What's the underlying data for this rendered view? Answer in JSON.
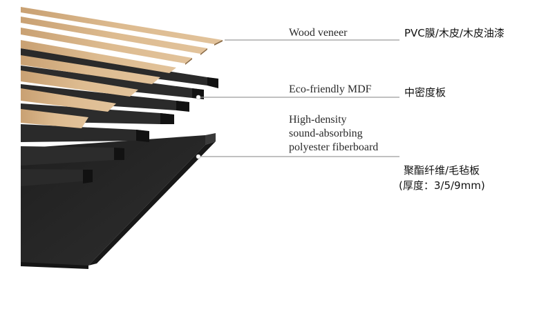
{
  "diagram": {
    "type": "layered-material-exploded-view",
    "colors": {
      "wood": "#D9B58A",
      "wood_edge": "#A8865E",
      "mdf": "#2B2B2B",
      "felt_board": "#262626",
      "leader_line": "#9A9A9A"
    },
    "layers": [
      {
        "id": "wood-veneer",
        "label_en": "Wood veneer",
        "label_zh": "PVC膜/木皮/木皮油漆"
      },
      {
        "id": "mdf",
        "label_en": "Eco-friendly MDF",
        "label_zh": "中密度板"
      },
      {
        "id": "fiberboard",
        "label_en_lines": [
          "High-density",
          "sound-absorbing",
          "polyester fiberboard"
        ],
        "label_zh": "聚酯纤维/毛毡板",
        "label_zh_note": "(厚度：3/5/9mm)"
      }
    ]
  }
}
